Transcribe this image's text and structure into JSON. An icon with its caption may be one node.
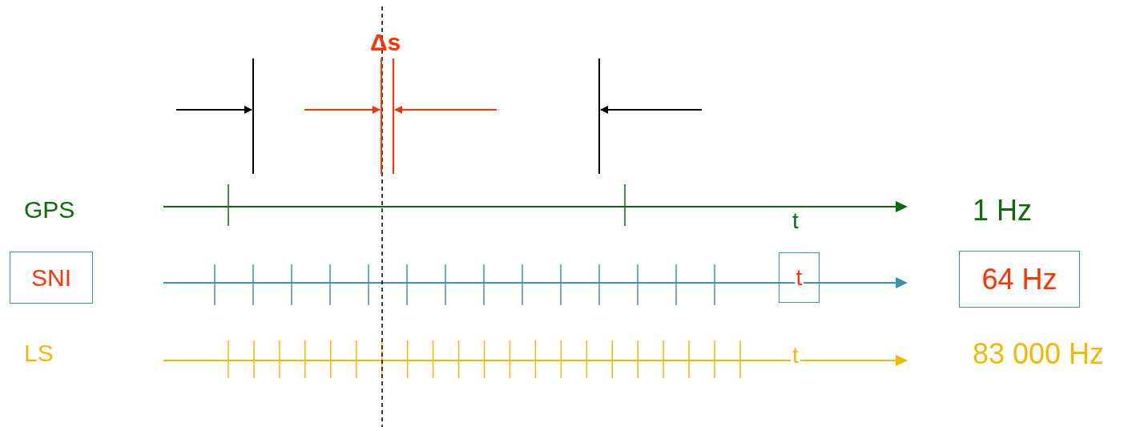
{
  "diagram": {
    "nodes": [
      {
        "text": [
          "SNI"
        ]
      },
      {
        "text": [
          "t"
        ]
      },
      {
        "text": [
          "64 Hz"
        ]
      }
    ],
    "labels": [
      "Δs",
      "GPS",
      "t",
      "1 Hz",
      "LS",
      "t",
      "83 000 Hz"
    ]
  }
}
